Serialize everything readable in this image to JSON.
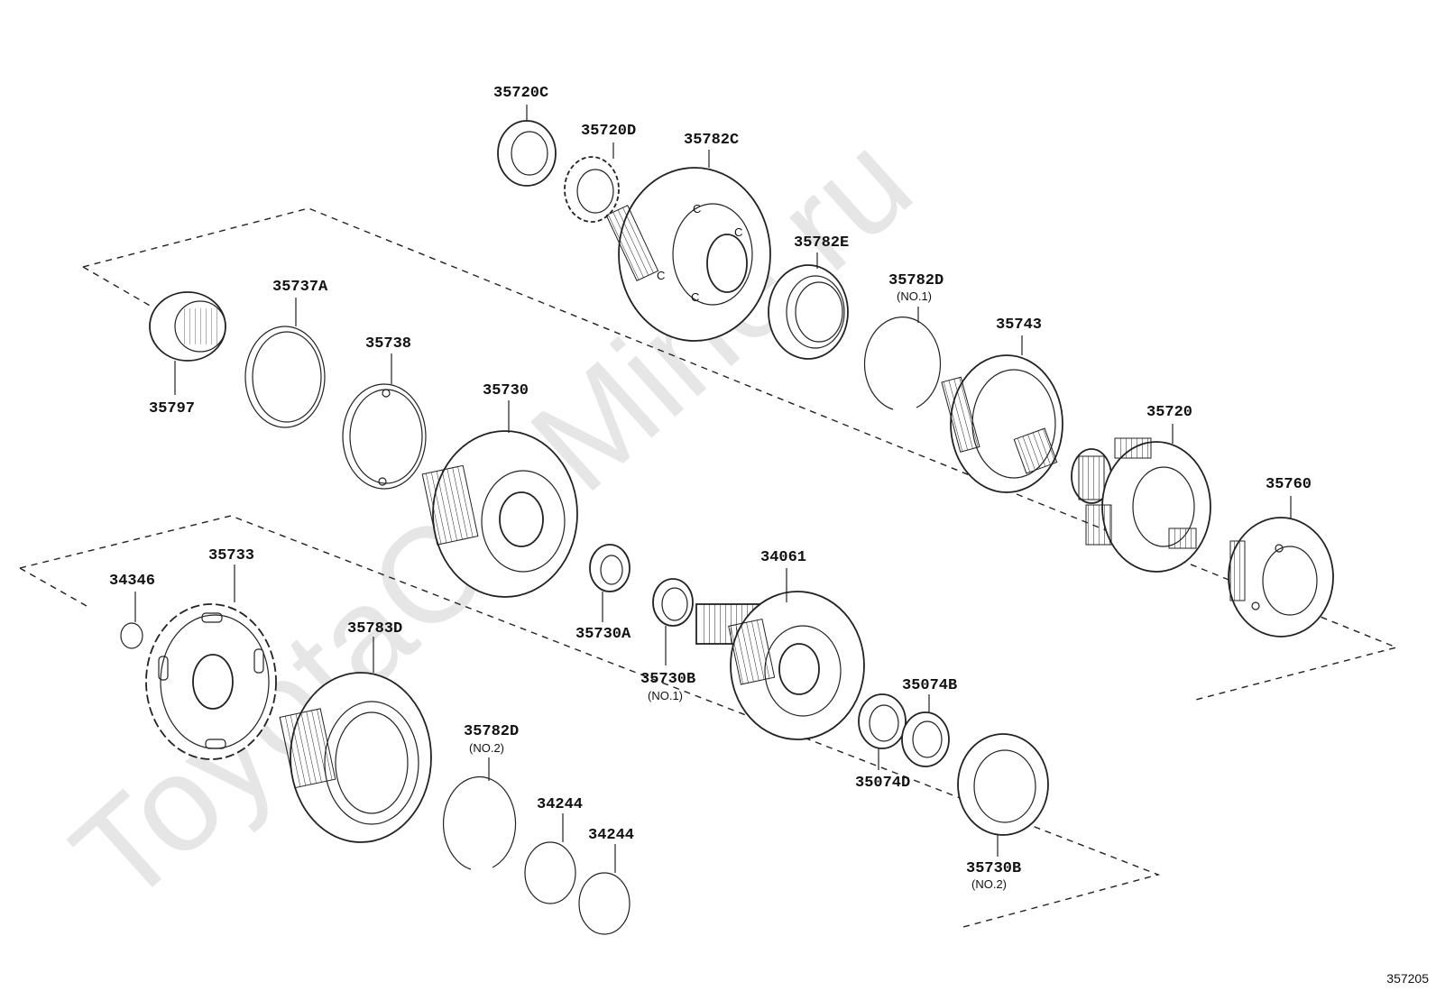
{
  "watermark": "ToyotaCarMine.ru",
  "reference_code": "357205",
  "parts": [
    {
      "id": "35720C",
      "label": "35720C",
      "sub": ""
    },
    {
      "id": "35720D",
      "label": "35720D",
      "sub": ""
    },
    {
      "id": "35782C",
      "label": "35782C",
      "sub": ""
    },
    {
      "id": "35782E",
      "label": "35782E",
      "sub": ""
    },
    {
      "id": "35782D-1",
      "label": "35782D",
      "sub": "(NO.1)"
    },
    {
      "id": "35743",
      "label": "35743",
      "sub": ""
    },
    {
      "id": "35720",
      "label": "35720",
      "sub": ""
    },
    {
      "id": "35760",
      "label": "35760",
      "sub": ""
    },
    {
      "id": "35797",
      "label": "35797",
      "sub": ""
    },
    {
      "id": "35737A",
      "label": "35737A",
      "sub": ""
    },
    {
      "id": "35738",
      "label": "35738",
      "sub": ""
    },
    {
      "id": "35730",
      "label": "35730",
      "sub": ""
    },
    {
      "id": "35730A",
      "label": "35730A",
      "sub": ""
    },
    {
      "id": "35730B-1",
      "label": "35730B",
      "sub": "(NO.1)"
    },
    {
      "id": "34061",
      "label": "34061",
      "sub": ""
    },
    {
      "id": "35074B",
      "label": "35074B",
      "sub": ""
    },
    {
      "id": "35074D",
      "label": "35074D",
      "sub": ""
    },
    {
      "id": "35730B-2",
      "label": "35730B",
      "sub": "(NO.2)"
    },
    {
      "id": "34346",
      "label": "34346",
      "sub": ""
    },
    {
      "id": "35733",
      "label": "35733",
      "sub": ""
    },
    {
      "id": "35783D",
      "label": "35783D",
      "sub": ""
    },
    {
      "id": "35782D-2",
      "label": "35782D",
      "sub": "(NO.2)"
    },
    {
      "id": "34244-a",
      "label": "34244",
      "sub": ""
    },
    {
      "id": "34244-b",
      "label": "34244",
      "sub": ""
    }
  ]
}
